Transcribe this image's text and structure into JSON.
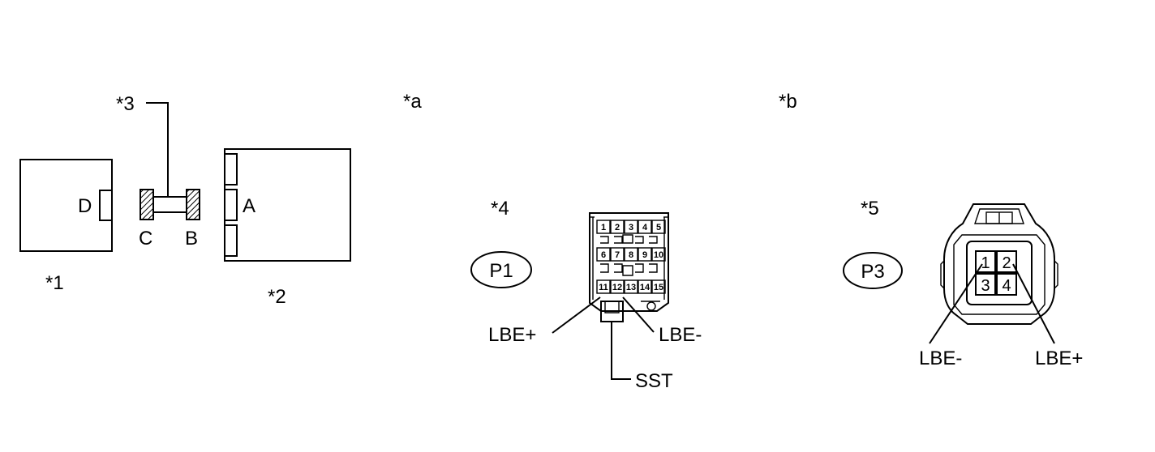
{
  "callouts": {
    "c1": "*1",
    "c2": "*2",
    "c3": "*3",
    "c4": "*4",
    "c5": "*5",
    "ca": "*a",
    "cb": "*b"
  },
  "connector_letters": {
    "d": "D",
    "a": "A",
    "c": "C",
    "b": "B"
  },
  "p1": {
    "badge": "P1",
    "pins": [
      "1",
      "2",
      "3",
      "4",
      "5",
      "6",
      "7",
      "8",
      "9",
      "10",
      "11",
      "12",
      "13",
      "14",
      "15"
    ],
    "lbe_plus": "LBE+",
    "lbe_minus": "LBE-",
    "sst": "SST"
  },
  "p3": {
    "badge": "P3",
    "pins": [
      "1",
      "2",
      "3",
      "4"
    ],
    "lbe_minus": "LBE-",
    "lbe_plus": "LBE+"
  }
}
